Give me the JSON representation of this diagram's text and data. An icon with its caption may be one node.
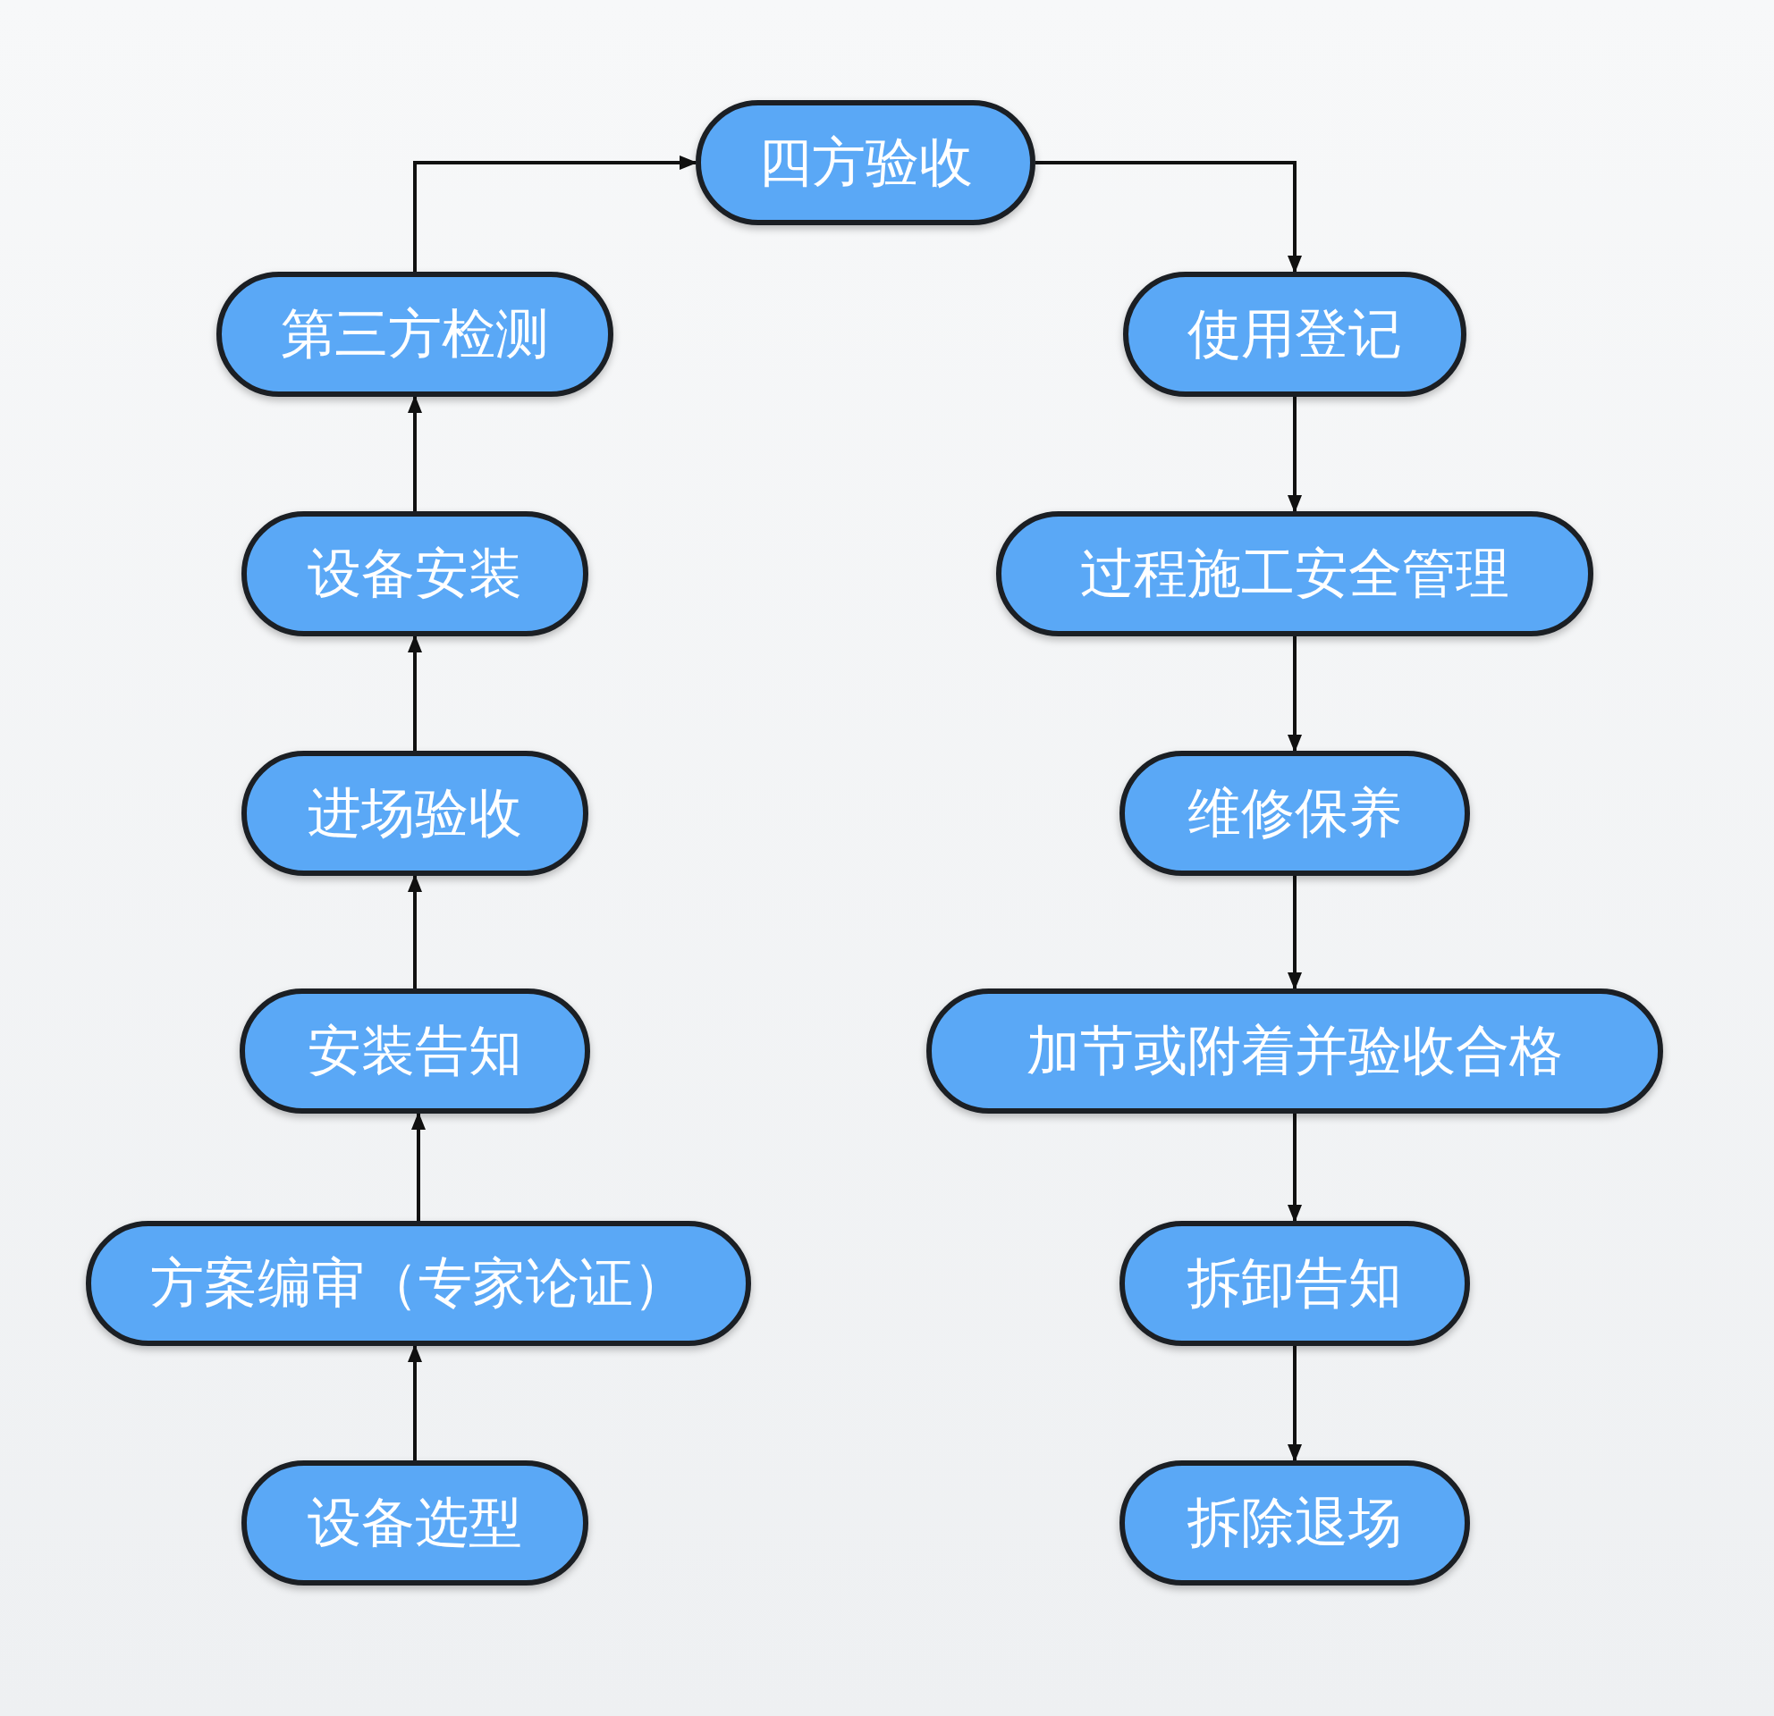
{
  "diagram": {
    "nodes": [
      {
        "text": [
          "四方验收"
        ]
      },
      {
        "text": [
          "第三方检测"
        ]
      },
      {
        "text": [
          "使用登记"
        ]
      },
      {
        "text": [
          "设备安装"
        ]
      },
      {
        "text": [
          "过程施工安全管理"
        ]
      },
      {
        "text": [
          "进场验收"
        ]
      },
      {
        "text": [
          "维修保养"
        ]
      },
      {
        "text": [
          "安装告知"
        ]
      },
      {
        "text": [
          "加节或附着并验收合格"
        ]
      },
      {
        "text": [
          "方案编审（专家论证）"
        ]
      },
      {
        "text": [
          "拆卸告知"
        ]
      },
      {
        "text": [
          "设备选型"
        ]
      },
      {
        "text": [
          "拆除退场"
        ]
      }
    ],
    "edges": [
      {
        "from": 11,
        "to": 9,
        "arrow": "to"
      },
      {
        "from": 9,
        "to": 7,
        "arrow": "to"
      },
      {
        "from": 7,
        "to": 5,
        "arrow": "to"
      },
      {
        "from": 5,
        "to": 3,
        "arrow": "to"
      },
      {
        "from": 3,
        "to": 1,
        "arrow": "to"
      },
      {
        "from": 1,
        "to": 0,
        "arrow": "to"
      },
      {
        "from": 0,
        "to": 2,
        "arrow": "to"
      },
      {
        "from": 2,
        "to": 4,
        "arrow": "to"
      },
      {
        "from": 4,
        "to": 6,
        "arrow": "to"
      },
      {
        "from": 6,
        "to": 8,
        "arrow": "to"
      },
      {
        "from": 8,
        "to": 10,
        "arrow": "to"
      },
      {
        "from": 10,
        "to": 12,
        "arrow": "to"
      }
    ]
  }
}
